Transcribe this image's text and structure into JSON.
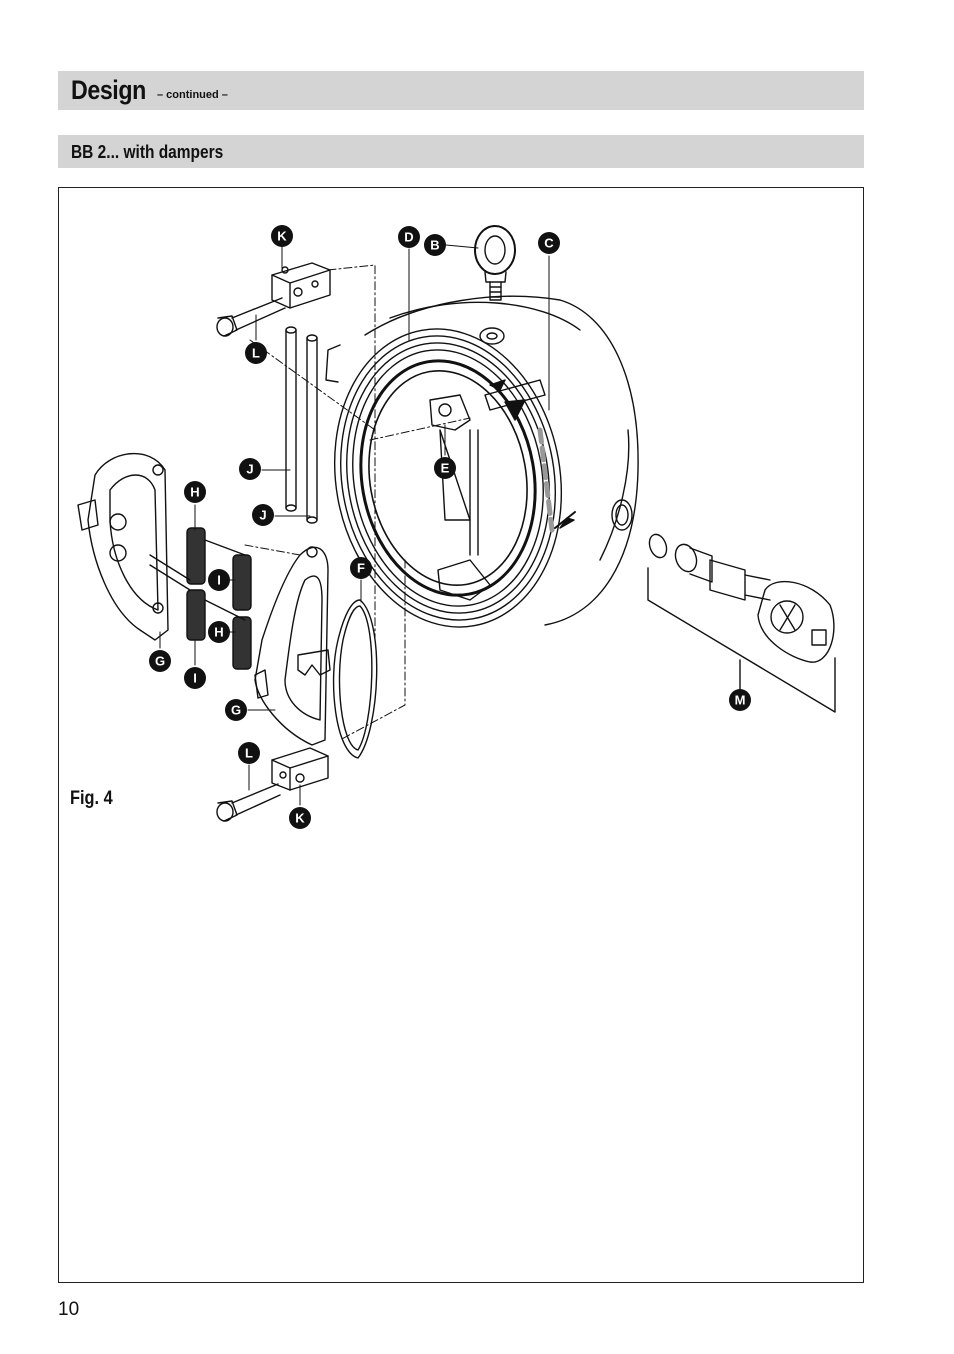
{
  "header": {
    "title": "Design",
    "continued": "– continued –"
  },
  "section": {
    "title": "BB 2...  with dampers"
  },
  "figure": {
    "label": "Fig. 4",
    "callouts": {
      "K1": "K",
      "L1": "L",
      "D": "D",
      "B": "B",
      "C": "C",
      "J1": "J",
      "J2": "J",
      "H1": "H",
      "H2": "H",
      "I1": "I",
      "I2": "I",
      "E": "E",
      "F": "F",
      "G1": "G",
      "G2": "G",
      "L2": "L",
      "K2": "K",
      "M": "M"
    }
  },
  "page": {
    "number": "10"
  }
}
